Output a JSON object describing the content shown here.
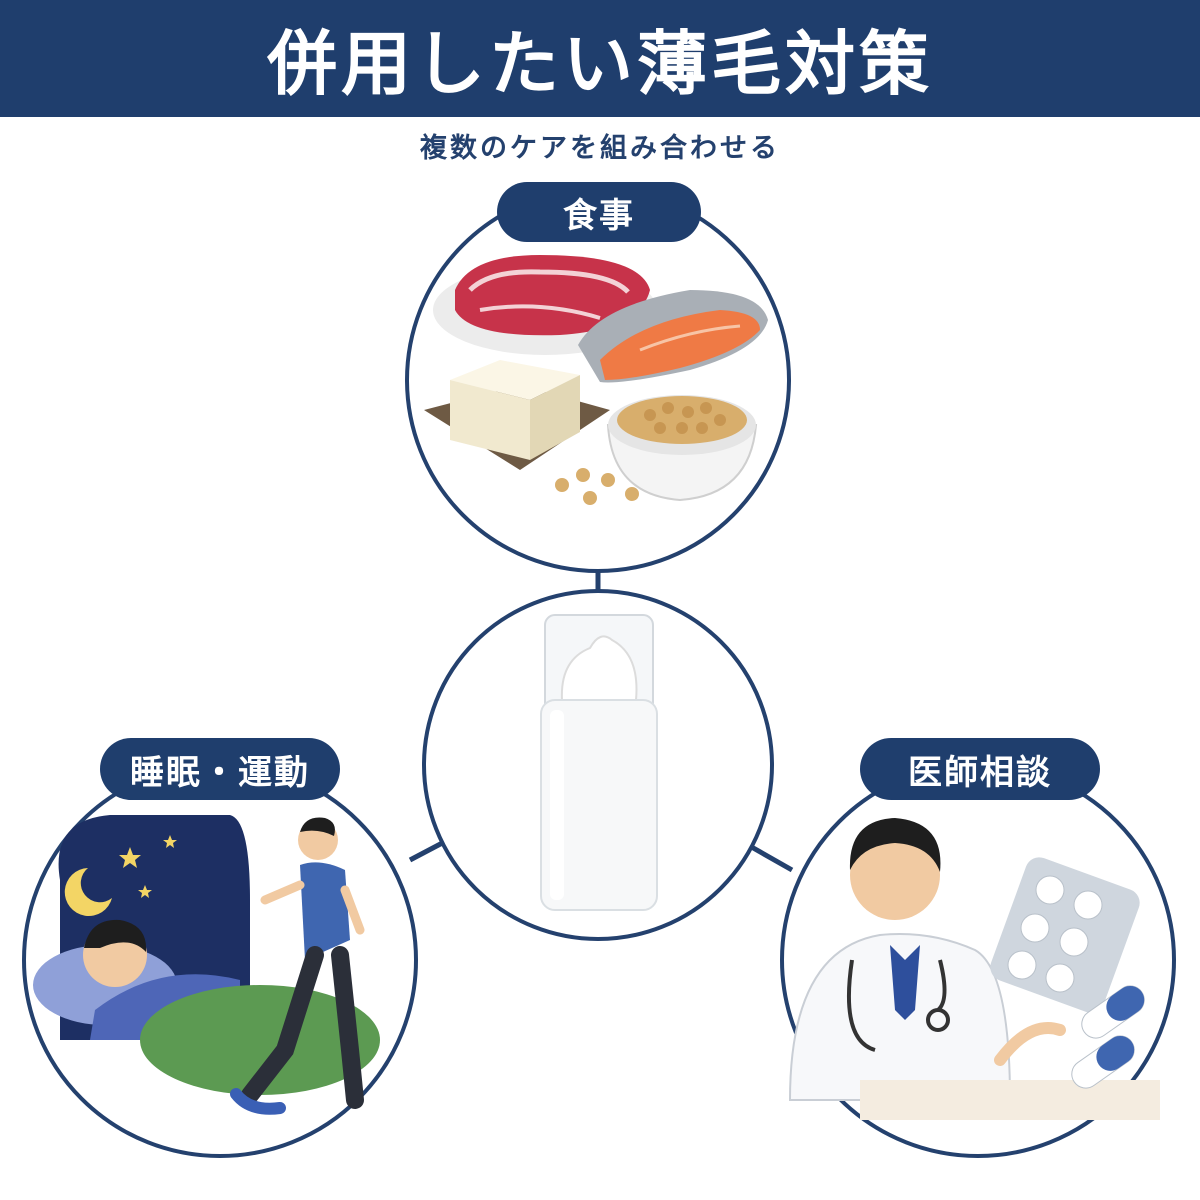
{
  "header": {
    "title": "併用したい薄毛対策"
  },
  "subtitle": "複数のケアを組み合わせる",
  "nodes": {
    "top": {
      "label": "食事"
    },
    "left": {
      "label": "睡眠・運動"
    },
    "right": {
      "label": "医師相談"
    }
  },
  "colors": {
    "navy": "#1f3e6d",
    "ring": "#24416e",
    "background": "#ffffff"
  }
}
